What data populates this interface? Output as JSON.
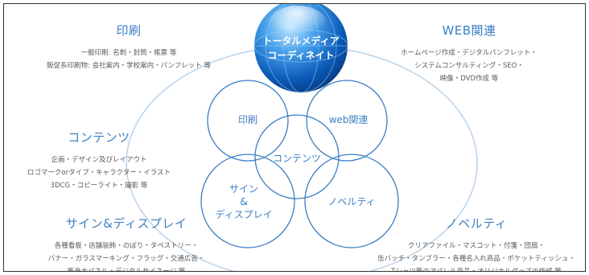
{
  "colors": {
    "accent": "#3b7fc4",
    "ring": "#a9c7e6",
    "globe_dark": "#0b4aa0",
    "globe_light": "#5fb3f0",
    "text_gray": "#5a5a5a"
  },
  "globe": {
    "icon": "globe-icon",
    "line1": "トータルメディア",
    "line2": "コーディネイト"
  },
  "circles": {
    "print": "印刷",
    "web": "web関連",
    "contents": "コンテンツ",
    "sign": [
      "サイン",
      "&",
      "ディスプレイ"
    ],
    "novelty": "ノベルティ"
  },
  "groups": {
    "print": {
      "heading": "印刷",
      "lines": [
        "一般印刷: 名刺・封筒・帳票 等",
        "販促系印刷物: 会社案内・学校案内・パンフレット 等"
      ]
    },
    "web": {
      "heading": "WEB関連",
      "lines": [
        "ホームページ作成・デジタルパンフレット・",
        "システムコンサルティング・SEO・",
        "映像・DVD作成 等"
      ]
    },
    "contents": {
      "heading": "コンテンツ",
      "lines": [
        "企画・デザイン及びレイアウト",
        "ロゴマークorタイプ・キャラクター・イラスト",
        "3DCG・コピーライト・撮影 等"
      ]
    },
    "sign": {
      "heading": "サイン&ディスプレイ",
      "lines": [
        "各種看板・店舗装飾・のぼり・タペストリー・",
        "バナー・ガラスマーキング・フラッグ・交通広告・",
        "等身大パネル・デジタルサイネージ 等"
      ]
    },
    "novelty": {
      "heading": "ノベルティ",
      "lines": [
        "クリアファイル・マスコット・付箋・団扇・",
        "缶バッチ・タンブラー・各種名入れ商品・ポケットティッシュ・",
        "Tシャツ等のアパレル商品・オリジナルグッズの作成 等"
      ]
    }
  }
}
